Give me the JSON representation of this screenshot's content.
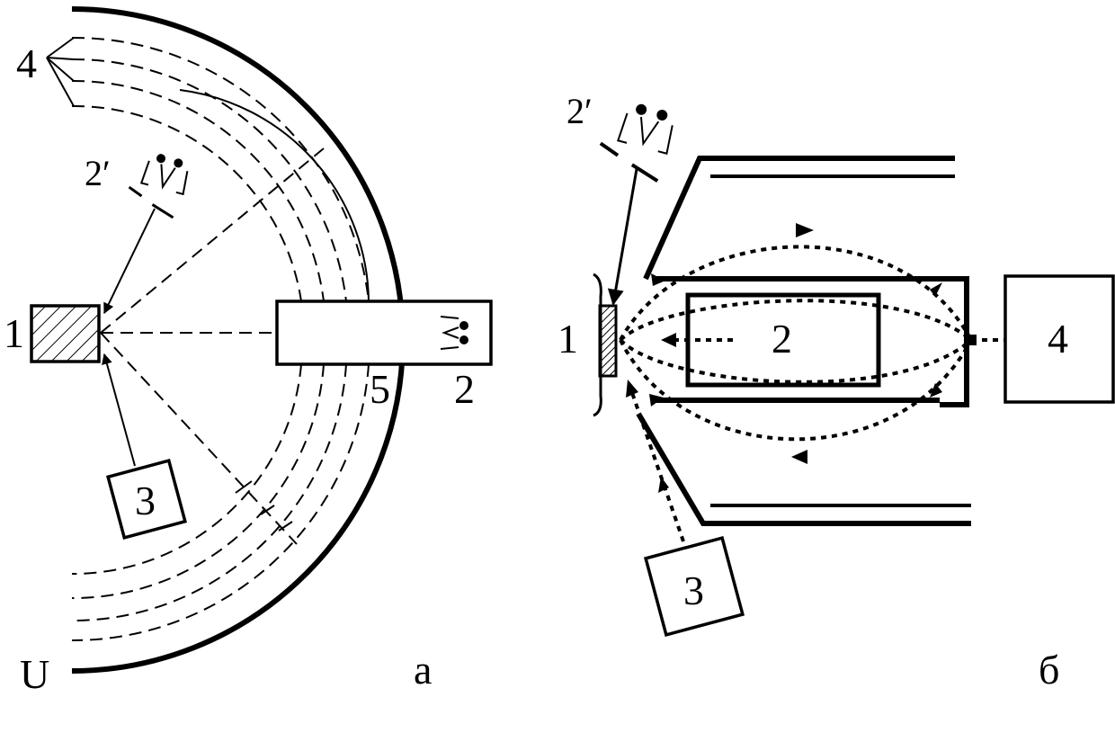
{
  "diagram_a": {
    "label_1": "1",
    "label_2": "2",
    "label_2prime": "2′",
    "label_3": "3",
    "label_4": "4",
    "label_5": "5",
    "label_U": "U",
    "caption": "а"
  },
  "diagram_b": {
    "label_1": "1",
    "label_2": "2",
    "label_2prime": "2′",
    "label_3": "3",
    "label_4": "4",
    "caption": "б"
  }
}
